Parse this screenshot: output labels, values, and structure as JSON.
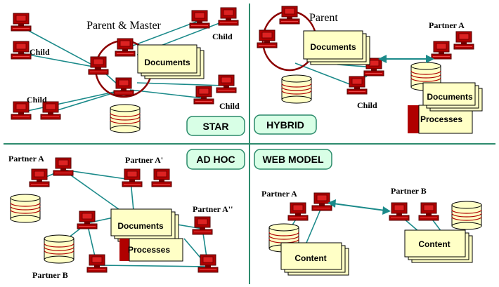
{
  "quadrants": {
    "star": {
      "title": "STAR",
      "parent_label": "Parent & Master",
      "child_labels": [
        "Child",
        "Child",
        "Child",
        "Child"
      ],
      "doc_label": "Documents"
    },
    "hybrid": {
      "title": "HYBRID",
      "parent_label": "Parent",
      "partner_label": "Partner A",
      "child_label": "Child",
      "doc_label": "Documents",
      "doc2_label": "Documents",
      "proc_label": "Processes"
    },
    "adhoc": {
      "title": "AD HOC",
      "labels": [
        "Partner A",
        "Partner A'",
        "Partner A''",
        "Partner B"
      ],
      "doc_label": "Documents",
      "proc_label": "Processes"
    },
    "web": {
      "title": "WEB MODEL",
      "labels": [
        "Partner A",
        "Partner B"
      ],
      "content_labels": [
        "Content",
        "Content"
      ]
    }
  },
  "colors": {
    "line": "#1b8a8a",
    "computer": "#b00000",
    "paper": "#ffffc6",
    "db": "#ffffc6",
    "pill_fill": "#d8ffe6",
    "pill_border": "#2a8a6a",
    "divider": "#2e8b6e"
  }
}
